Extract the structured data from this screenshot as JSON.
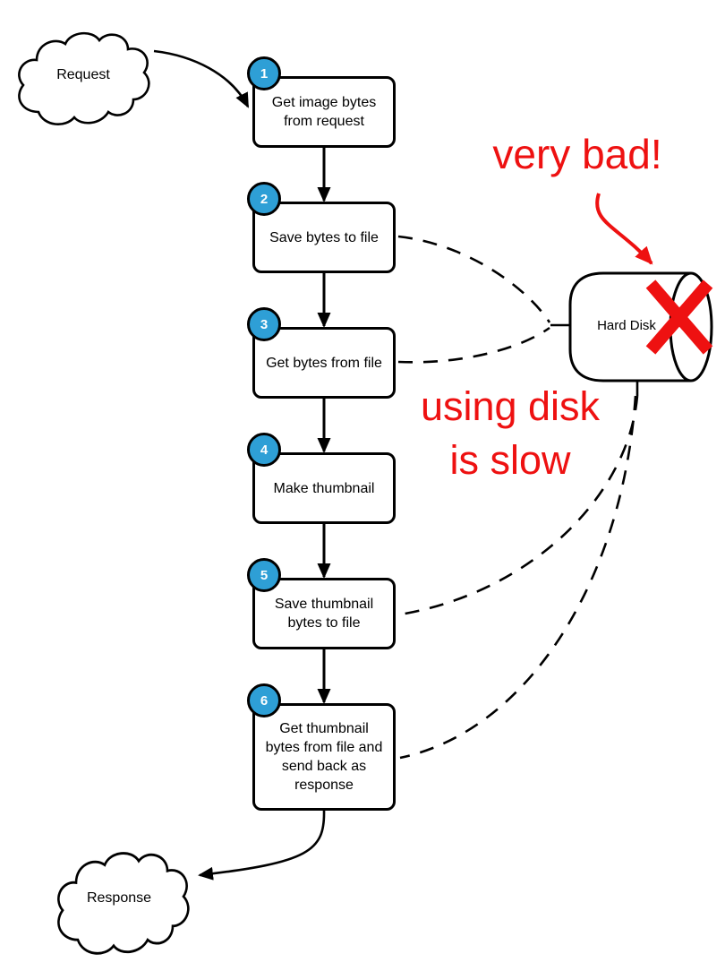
{
  "diagram": {
    "clouds": {
      "request": "Request",
      "response": "Response"
    },
    "steps": [
      {
        "num": "1",
        "lines": [
          "Get image bytes",
          "from request"
        ]
      },
      {
        "num": "2",
        "lines": [
          "Save bytes to file"
        ]
      },
      {
        "num": "3",
        "lines": [
          "Get bytes from file"
        ]
      },
      {
        "num": "4",
        "lines": [
          "Make thumbnail"
        ]
      },
      {
        "num": "5",
        "lines": [
          "Save thumbnail",
          "bytes to file"
        ]
      },
      {
        "num": "6",
        "lines": [
          "Get thumbnail",
          "bytes from file and",
          "send back as",
          "response"
        ]
      }
    ],
    "disk": {
      "label": "Hard Disk"
    },
    "annotations": {
      "very_bad": "very bad!",
      "slow_line1": "using disk",
      "slow_line2": "is slow"
    },
    "colors": {
      "step_badge_blue": "#2e9fd6",
      "warning_red": "#ee1111",
      "line_black": "#000000",
      "background": "#ffffff"
    }
  }
}
